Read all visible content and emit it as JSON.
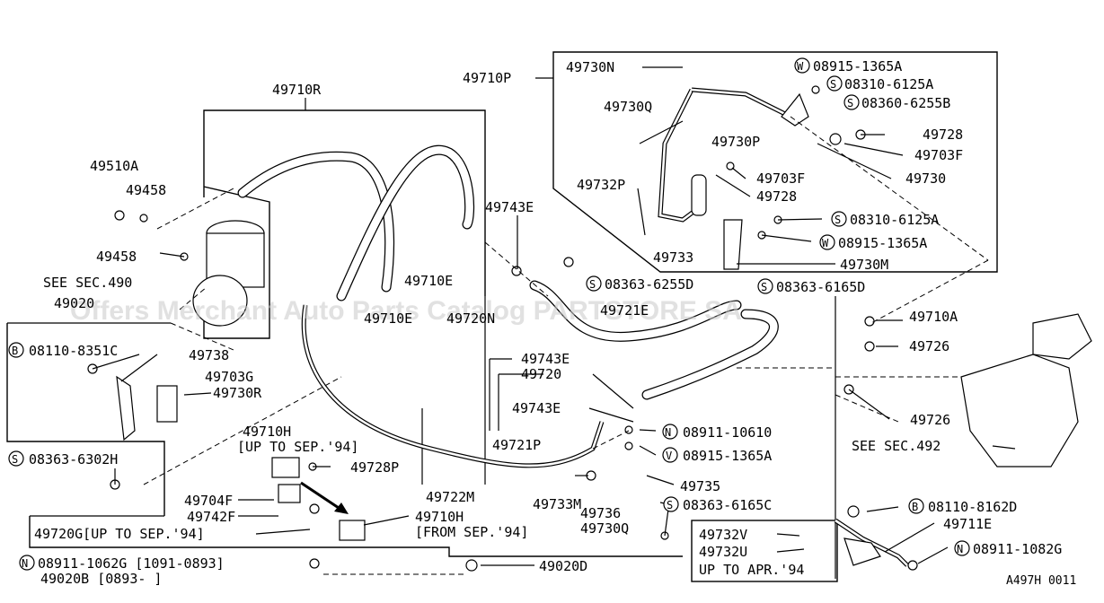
{
  "watermark": "Offers Merchant Auto Parts Catalog PARTSTORE SA",
  "footer_code": "A497H 0011",
  "labels": {
    "p49710R": "49710R",
    "p49710P": "49710P",
    "p49730N": "49730N",
    "w1": "08915-1365A",
    "s1": "08310-6125A",
    "s2": "08360-6255B",
    "p49728a": "49728",
    "p49730Q": "49730Q",
    "p49703Fa": "49703F",
    "p49730P": "49730P",
    "p49730": "49730",
    "p49703Fb": "49703F",
    "p49732P": "49732P",
    "p49728b": "49728",
    "p49510A": "49510A",
    "p49458a": "49458",
    "p49743Ea": "49743E",
    "s3": "08310-6125A",
    "p49458b": "49458",
    "p49733": "49733",
    "w2": "08915-1365A",
    "see490": "SEE SEC.490",
    "p49730M": "49730M",
    "p49710Ea": "49710E",
    "s4": "08363-6255D",
    "s5": "08363-6165D",
    "p49020": "49020",
    "p49710Eb": "49710E",
    "p49720N": "49720N",
    "p49721E": "49721E",
    "p49710A": "49710A",
    "b1": "08110-8351C",
    "p49738": "49738",
    "p49726a": "49726",
    "p49743Eb": "49743E",
    "p49703G": "49703G",
    "p49720": "49720",
    "p49730R": "49730R",
    "p49743Ec": "49743E",
    "p49726b": "49726",
    "p49710Ha": "49710H",
    "up94a": "[UP TO SEP.'94]",
    "n1": "08911-10610",
    "p49721P": "49721P",
    "w3": "08915-1365A",
    "see492": "SEE SEC.492",
    "s6": "08363-6302H",
    "p49728P": "49728P",
    "p49722M": "49722M",
    "p49735": "49735",
    "p49704F": "49704F",
    "p49733M": "49733M",
    "s7": "08363-6165C",
    "b2": "08110-8162D",
    "p49742F": "49742F",
    "p49736": "49736",
    "p49710Hb": "49710H",
    "from94": "[FROM SEP.'94]",
    "p49730Qb": "49730Q",
    "p49711E": "49711E",
    "p49720G": "49720G[UP TO SEP.'94]",
    "p49732V": "49732V",
    "p49732U": "49732U",
    "upapr94": "UP TO APR.'94",
    "n2": "08911-1062G [1091-0893]",
    "n3": "08911-1082G",
    "p49020B": "49020B [0893-      ]",
    "p49020D": "49020D"
  }
}
